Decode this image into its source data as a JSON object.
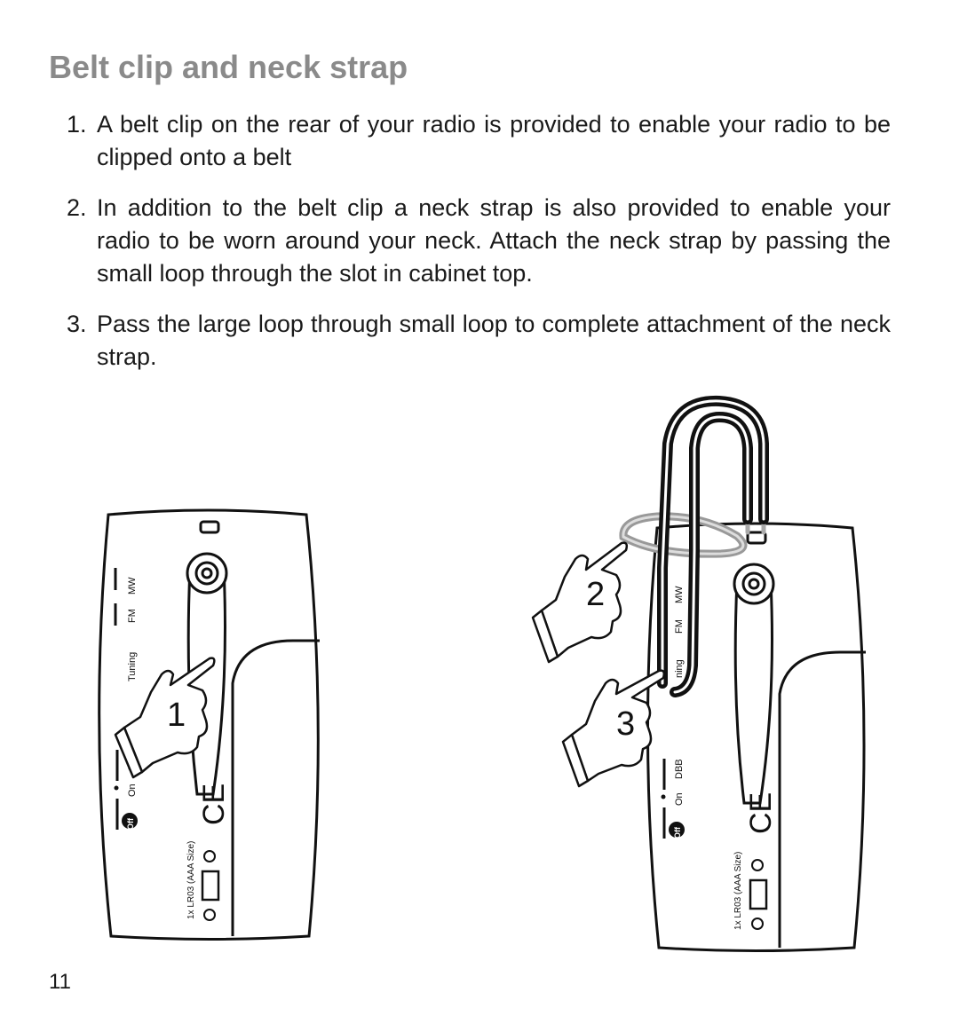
{
  "heading": "Belt clip and neck strap",
  "steps": [
    {
      "num": "1.",
      "text": "A  belt clip on the rear of your radio is provided to enable your radio to be clipped onto a belt"
    },
    {
      "num": "2.",
      "text": "In addition to the belt clip a neck strap is also provided to enable your radio to be worn around your neck. Attach the neck strap by passing the small loop through the slot in cabinet top."
    },
    {
      "num": "3.",
      "text": "Pass the large loop through small loop to complete attachment of the neck strap."
    }
  ],
  "radio_labels": {
    "mw": "MW",
    "fm": "FM",
    "tuning": "Tuning",
    "tuning_partial": "ning",
    "dbb": "DBB",
    "on": "On",
    "off": "Off",
    "battery": "1x LR03 (AAA Size)",
    "ce": "CE"
  },
  "callouts": {
    "one": "1",
    "two": "2",
    "three": "3"
  },
  "page_number": "11"
}
